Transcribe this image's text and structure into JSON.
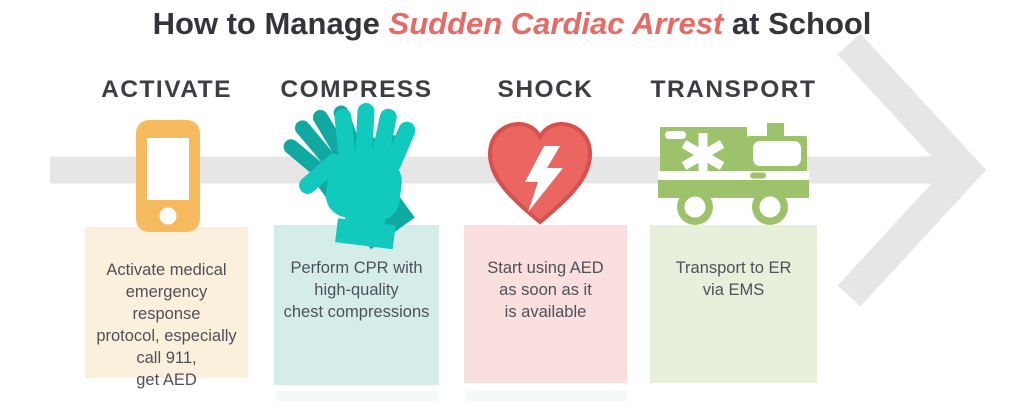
{
  "title": {
    "prefix": "How to Manage ",
    "highlight": "Sudden Cardiac Arrest",
    "suffix": " at School"
  },
  "steps": [
    {
      "label": "ACTIVATE",
      "icon": "phone-icon",
      "description": "Activate medical\nemergency response\nprotocol, especially\ncall 911,\nget AED"
    },
    {
      "label": "COMPRESS",
      "icon": "cpr-hands-icon",
      "description": "Perform CPR with\nhigh-quality\nchest compressions"
    },
    {
      "label": "SHOCK",
      "icon": "aed-heart-icon",
      "description": "Start using AED\nas soon as it\nis available"
    },
    {
      "label": "TRANSPORT",
      "icon": "ambulance-icon",
      "description": "Transport to ER\nvia EMS"
    }
  ],
  "colors": {
    "title_dark": "#34343C",
    "title_red": "#E66A66",
    "heading_color": "#3D3D45",
    "body_text": "#50505A",
    "phone_orange": "#F7BB5F",
    "hand_teal_front": "#12C9BD",
    "hand_teal_back": "#0FA9A2",
    "heart_red": "#EC6661",
    "heart_red_dark": "#D5504F",
    "ambulance_green": "#9CC36B",
    "arrow_gray": "#E6E6E6",
    "card_activate_bg": "#FAF0DC",
    "card_compress_bg": "#D4EDE9",
    "card_shock_bg": "#F9DFDE",
    "card_transport_bg": "#E8F0DC"
  }
}
